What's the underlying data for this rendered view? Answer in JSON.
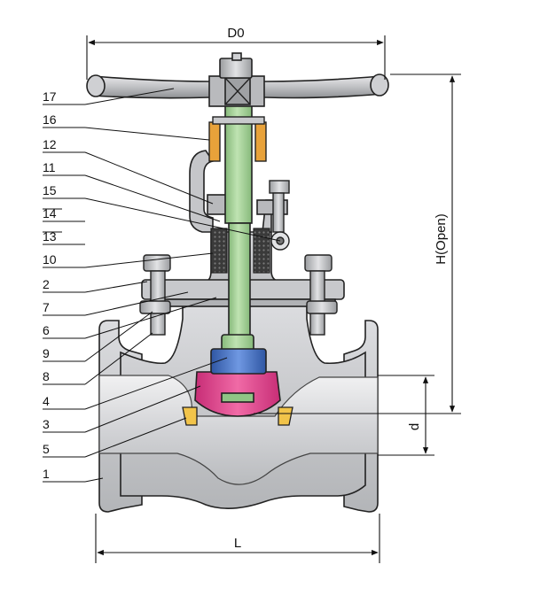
{
  "dimensions": {
    "top_width": "D0",
    "height": "H(Open)",
    "port": "d",
    "length": "L"
  },
  "part_labels": [
    "17",
    "16",
    "12",
    "11",
    "15",
    "14",
    "13",
    "10",
    "2",
    "7",
    "6",
    "9",
    "8",
    "4",
    "3",
    "5",
    "1"
  ],
  "colors": {
    "body": "#cfd0d2",
    "body_dark": "#a9abae",
    "stem": "#a6d39a",
    "disc": "#e0458f",
    "nut": "#3e6fc6",
    "packing_orange": "#e8a23a",
    "seat_yellow": "#f2c44a",
    "outline": "#222222"
  }
}
